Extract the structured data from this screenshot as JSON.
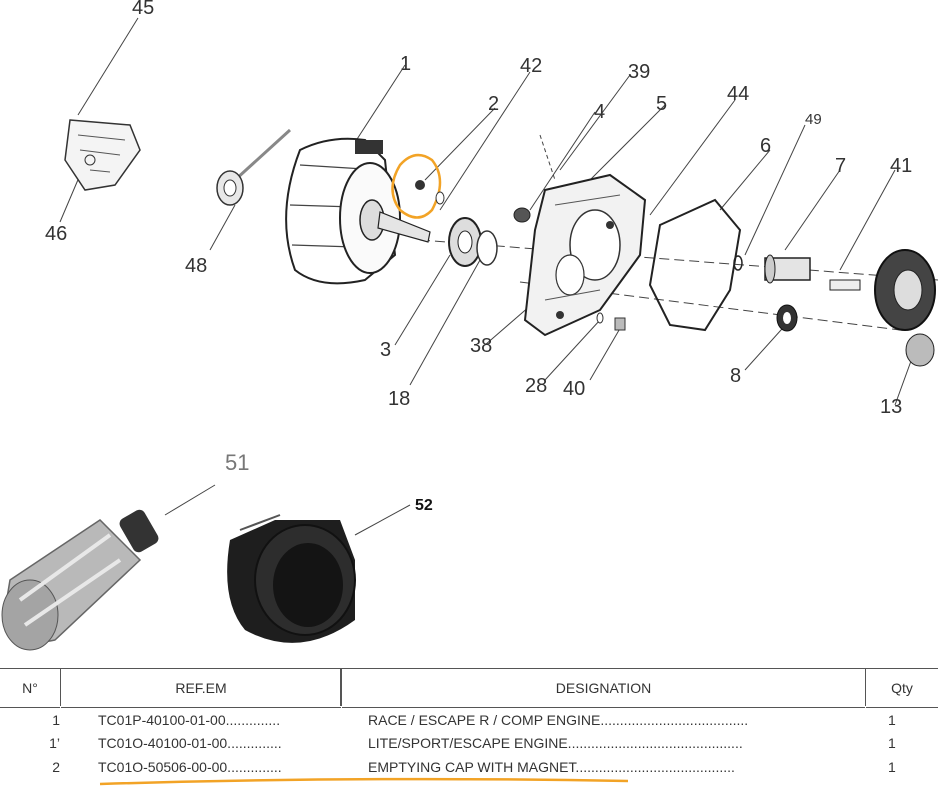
{
  "callouts": {
    "c45": "45",
    "c1": "1",
    "c42": "42",
    "c39": "39",
    "c2": "2",
    "c4": "4",
    "c5": "5",
    "c44": "44",
    "c49": "49",
    "c6": "6",
    "c7": "7",
    "c41": "41",
    "c46": "46",
    "c48": "48",
    "c3": "3",
    "c18": "18",
    "c38": "38",
    "c28": "28",
    "c40": "40",
    "c8": "8",
    "c13": "13",
    "c51": "51",
    "c52": "52"
  },
  "colors": {
    "highlight": "#f2a326",
    "line": "#444444",
    "part": "#2b2b2b"
  },
  "table": {
    "headers": {
      "no": "N°",
      "ref": "REF.EM",
      "designation": "DESIGNATION",
      "qty": "Qty"
    },
    "rows": [
      {
        "no": "1",
        "ref": "TC01P-40100-01-00..............",
        "designation": "RACE / ESCAPE R / COMP ENGINE......................................",
        "qty": "1"
      },
      {
        "no": "1’",
        "ref": "TC01O-40100-01-00..............",
        "designation": "LITE/SPORT/ESCAPE ENGINE.............................................",
        "qty": "1"
      },
      {
        "no": "2",
        "ref": "TC01O-50506-00-00..............",
        "designation": "EMPTYING CAP WITH MAGNET.........................................",
        "qty": "1"
      }
    ]
  }
}
